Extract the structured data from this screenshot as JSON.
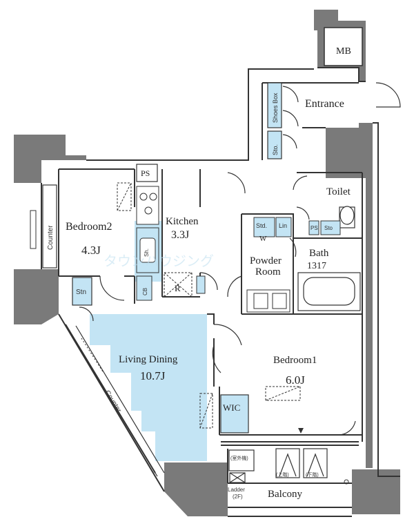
{
  "rooms": {
    "mb": "MB",
    "entrance": "Entrance",
    "shoes_box": "Shoes Box",
    "sto_entrance": "Sto.",
    "ps": "PS",
    "toilet": "Toilet",
    "bedroom2_name": "Bedroom2",
    "bedroom2_size": "4.3J",
    "kitchen_name": "Kitchen",
    "kitchen_size": "3.3J",
    "std": "Std.",
    "lin": "Lin",
    "w": "W",
    "ps2": "PS",
    "sto_toilet": "Sto",
    "bath_name": "Bath",
    "bath_size": "1317",
    "powder_line1": "Powder",
    "powder_line2": "Room",
    "counter_left": "Counter",
    "stn": "Stn",
    "shelf": "Sh.",
    "cb": "CB",
    "r": "R",
    "living_name": "Living Dining",
    "living_size": "10.7J",
    "bedroom1_name": "Bedroom1",
    "bedroom1_size": "6.0J",
    "counter_diag": "Counter",
    "wic": "WIC",
    "balcony": "Balcony",
    "ladder_line1": "Ladder",
    "ladder_line2": "(2F)",
    "outdoor_unit": "(室外機)",
    "bal_label_a": "(上階)",
    "bal_label_b": "(下階)"
  },
  "watermark": "タウンハウジング",
  "colors": {
    "wall": "#7a7a7a",
    "wall_dark": "#6b6b6b",
    "floor_tint": "#bfe3f3",
    "stroke": "#333333"
  }
}
